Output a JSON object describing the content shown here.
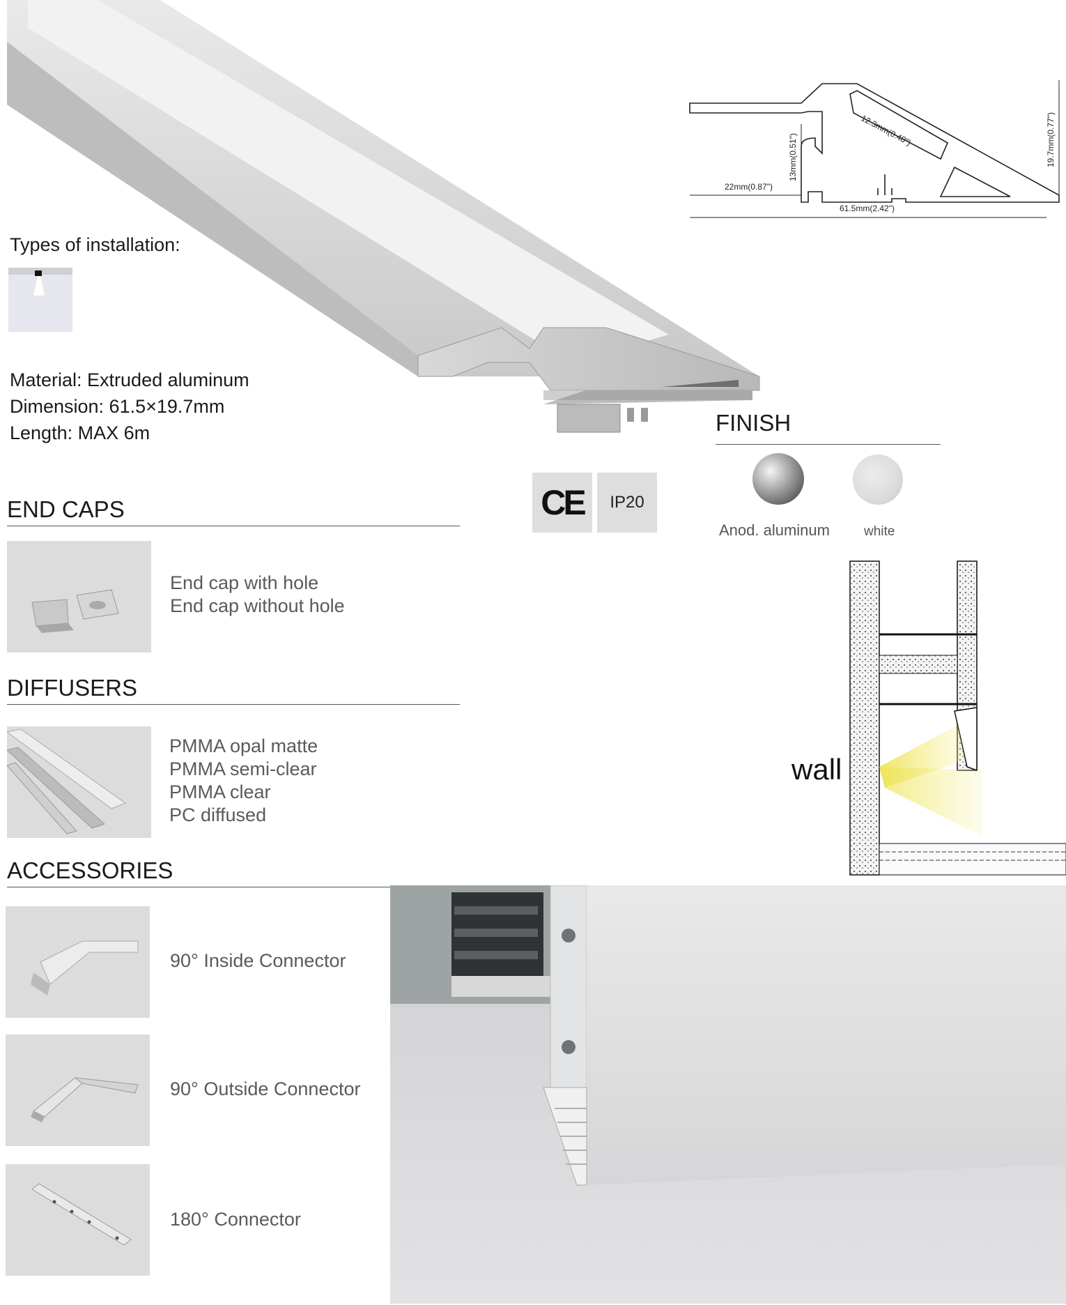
{
  "installation": {
    "title": "Types of installation:"
  },
  "specs": {
    "material": "Material: Extruded aluminum",
    "dimension": "Dimension: 61.5×19.7mm",
    "length": "Length: MAX 6m"
  },
  "drawing": {
    "dim_top_diag": "12.3mm(0.48\")",
    "dim_height_inner": "13mm(0.51\")",
    "dim_height_total": "19.7mm(0.77\")",
    "dim_left_width": "22mm(0.87\")",
    "dim_total_width": "61.5mm(2.42\")"
  },
  "certifications": {
    "ce": "CE",
    "ip": "IP20"
  },
  "finish": {
    "title": "FINISH",
    "options": [
      {
        "label": "Anod. aluminum",
        "color": "#9a9a9a"
      },
      {
        "label": "white",
        "color": "#dedede"
      }
    ]
  },
  "end_caps": {
    "title": "END CAPS",
    "lines": [
      "End cap with hole",
      "End cap without hole"
    ]
  },
  "diffusers": {
    "title": "DIFFUSERS",
    "lines": [
      "PMMA opal matte",
      "PMMA semi-clear",
      "PMMA clear",
      "PC diffused"
    ]
  },
  "accessories": {
    "title": "ACCESSORIES",
    "items": [
      {
        "label": "90° Inside Connector"
      },
      {
        "label": "90° Outside Connector"
      },
      {
        "label": "180° Connector"
      }
    ]
  },
  "wall_diagram": {
    "label": "wall",
    "light_color": "#f2ec7a"
  }
}
